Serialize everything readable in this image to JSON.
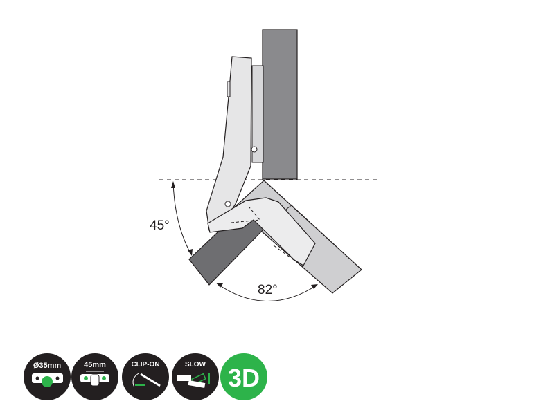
{
  "diagram": {
    "angles": {
      "opening_angle": "45°",
      "door_angle": "82°"
    }
  },
  "features": [
    {
      "label": "Ø35mm",
      "icon": "cup-diameter-icon"
    },
    {
      "label": "45mm",
      "icon": "hole-spacing-icon"
    },
    {
      "label": "CLIP-ON",
      "icon": "clip-on-icon"
    },
    {
      "label": "SLOW",
      "icon": "soft-close-icon"
    },
    {
      "label": "3D",
      "icon": "3d-adjust-icon"
    }
  ],
  "colors": {
    "dark": "#231f20",
    "green": "#2db34a",
    "panel": "#8a8a8d",
    "door_light": "#cfcfd1",
    "hinge": "#e6e6e7"
  }
}
